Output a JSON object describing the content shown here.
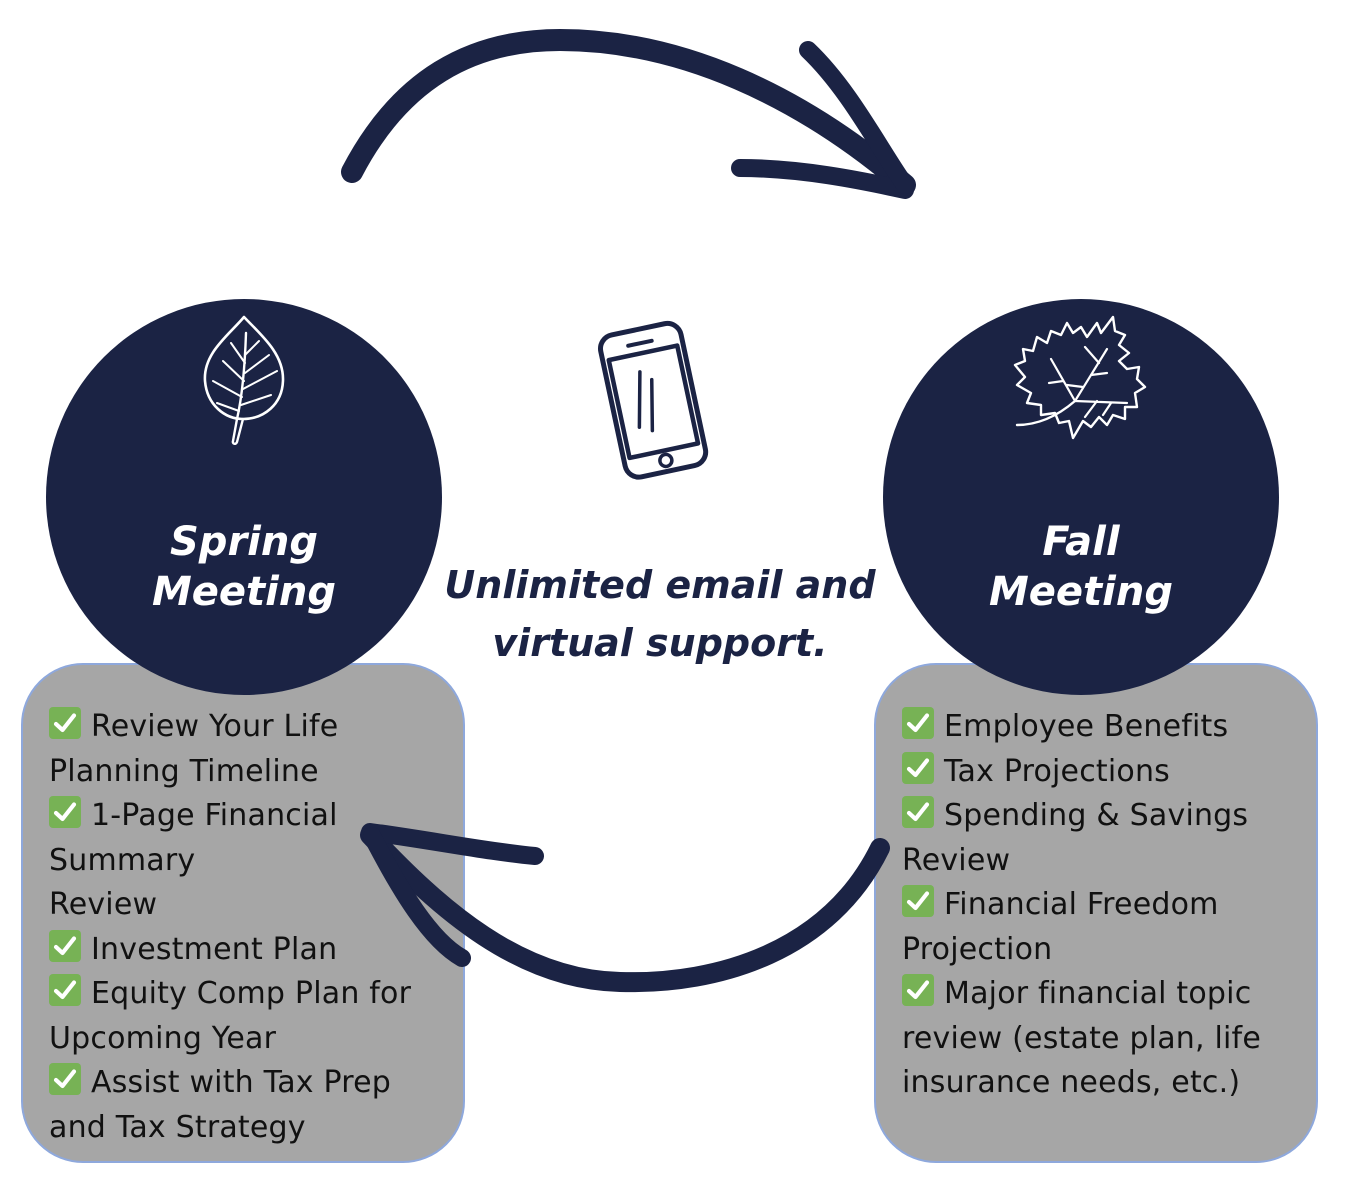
{
  "colors": {
    "navy": "#1b2344",
    "card_fill": "#a6a6a6",
    "card_border": "#8ea8dc",
    "check_green": "#77b255",
    "text_dark": "#111111",
    "white": "#ffffff"
  },
  "center": {
    "icon": "smartphone-icon",
    "text_line1": "Unlimited email and",
    "text_line2": "virtual support."
  },
  "arrows": {
    "top": "curved-arrow-right-icon",
    "bottom": "curved-arrow-left-icon"
  },
  "spring": {
    "icon": "leaf-icon",
    "title_line1": "Spring",
    "title_line2": "Meeting",
    "items": [
      "Review Your Life Planning Timeline",
      "1-Page Financial Summary Review",
      "Investment Plan",
      "Equity Comp Plan for Upcoming Year",
      "Assist with Tax Prep and Tax Strategy"
    ],
    "item_lines": [
      [
        "Review Your Life",
        "Planning Timeline"
      ],
      [
        "1-Page Financial",
        "Summary",
        "Review"
      ],
      [
        "Investment Plan"
      ],
      [
        "Equity Comp Plan for",
        "Upcoming Year"
      ],
      [
        "Assist with Tax Prep",
        "and Tax Strategy"
      ]
    ]
  },
  "fall": {
    "icon": "maple-leaf-icon",
    "title_line1": "Fall",
    "title_line2": "Meeting",
    "items": [
      "Employee Benefits",
      "Tax Projections",
      "Spending & Savings Review",
      "Financial Freedom Projection",
      "Major financial topic review (estate plan, life insurance needs, etc.)"
    ],
    "item_lines": [
      [
        "Employee Benefits"
      ],
      [
        "Tax Projections"
      ],
      [
        "Spending & Savings",
        "Review"
      ],
      [
        "Financial Freedom",
        "Projection"
      ],
      [
        "Major financial topic",
        "review (estate plan, life",
        "insurance needs, etc.)"
      ]
    ]
  }
}
